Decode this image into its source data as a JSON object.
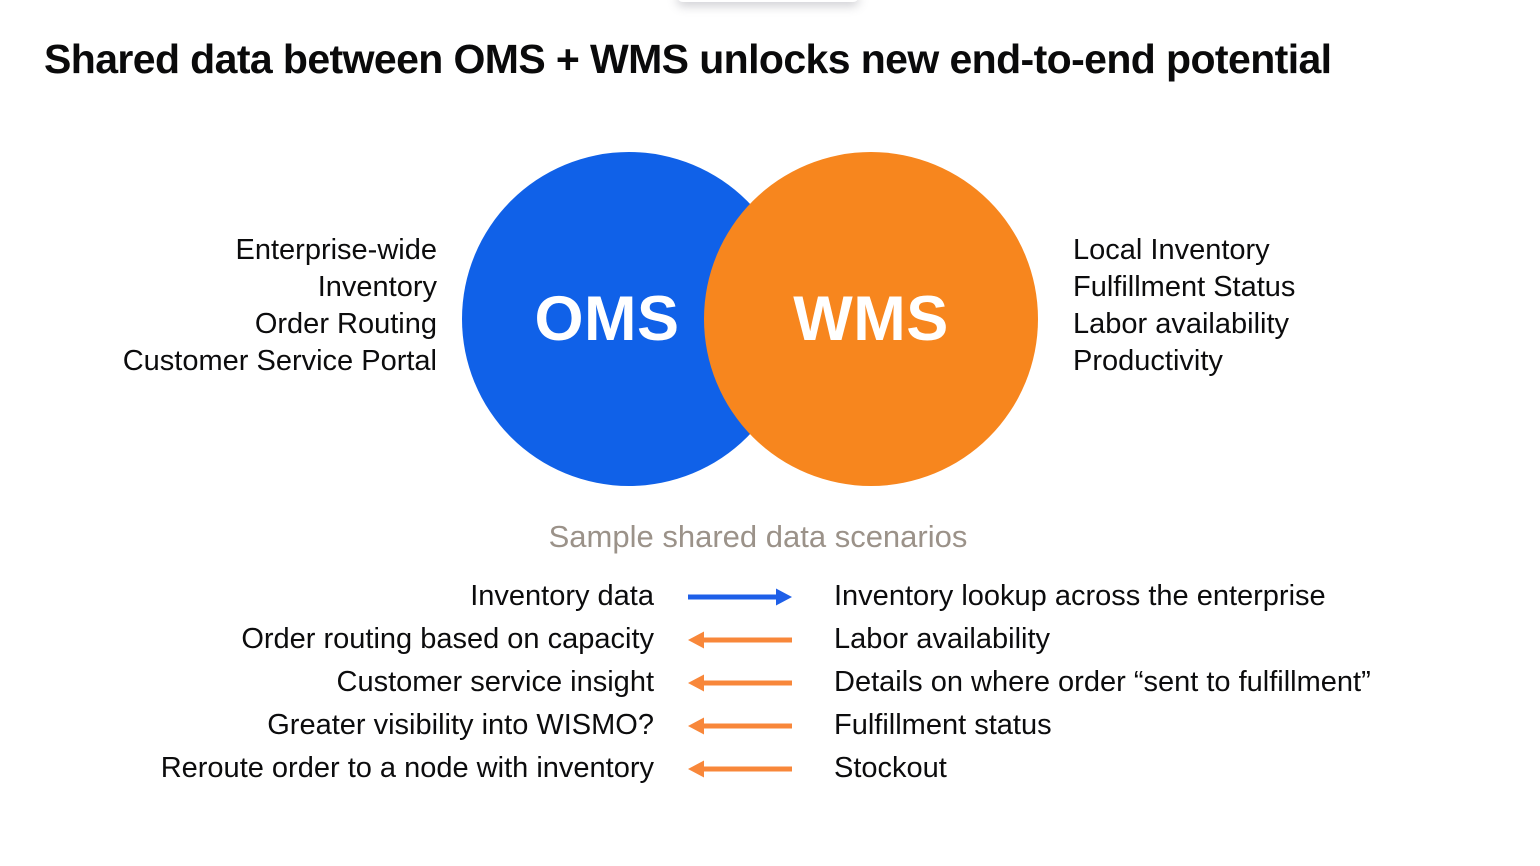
{
  "title": "Shared data between OMS + WMS unlocks new end-to-end potential",
  "colors": {
    "oms_blue": "#1061e8",
    "wms_orange": "#f7861e",
    "arrow_blue": "#1e5fe8",
    "arrow_orange": "#f8873a",
    "heading_gray": "#9b9289"
  },
  "venn": {
    "left_circle": {
      "label": "OMS"
    },
    "right_circle": {
      "label": "WMS"
    },
    "left_items": [
      "Enterprise-wide",
      "Inventory",
      "Order Routing",
      "Customer Service Portal"
    ],
    "right_items": [
      "Local Inventory",
      "Fulfillment Status",
      "Labor availability",
      "Productivity"
    ]
  },
  "scenarios": {
    "heading": "Sample shared data scenarios",
    "rows": [
      {
        "left": "Inventory data",
        "arrow": "right-blue",
        "right": "Inventory lookup across the enterprise"
      },
      {
        "left": "Order routing based on capacity",
        "arrow": "left-orange",
        "right": "Labor availability"
      },
      {
        "left": "Customer service insight",
        "arrow": "left-orange",
        "right": "Details on where order “sent to fulfillment”"
      },
      {
        "left": "Greater visibility into WISMO?",
        "arrow": "left-orange",
        "right": "Fulfillment status"
      },
      {
        "left": "Reroute order to a node with inventory",
        "arrow": "left-orange",
        "right": "Stockout"
      }
    ]
  }
}
